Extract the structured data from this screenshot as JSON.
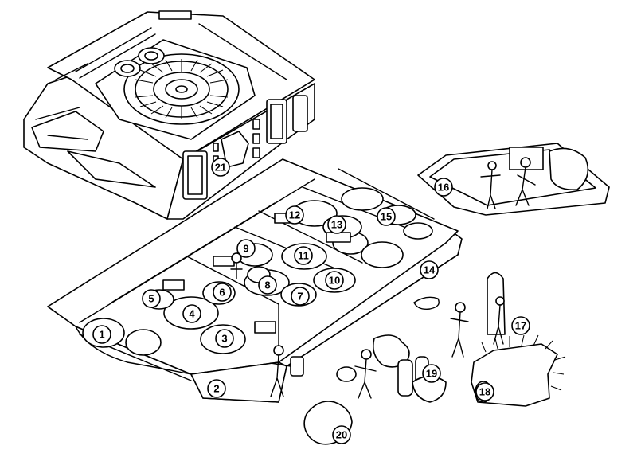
{
  "diagram": {
    "colors": {
      "line": "#000000",
      "fill": "#ffffff"
    },
    "callouts": [
      "1",
      "2",
      "3",
      "4",
      "5",
      "6",
      "7",
      "8",
      "9",
      "10",
      "11",
      "12",
      "13",
      "14",
      "15",
      "16",
      "17",
      "18",
      "19",
      "20",
      "21"
    ]
  }
}
